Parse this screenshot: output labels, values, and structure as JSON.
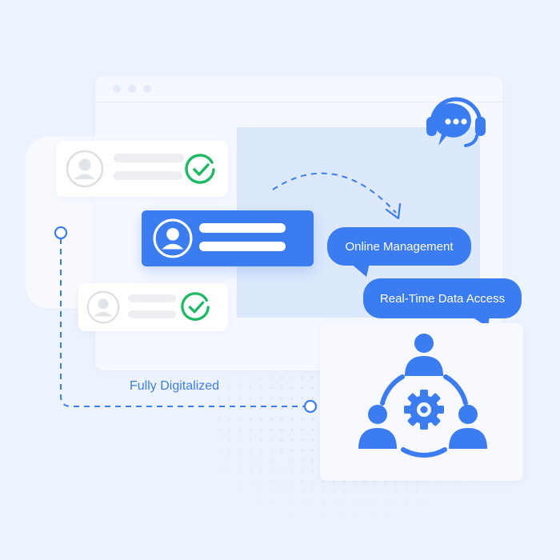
{
  "labels": {
    "online_management": "Online Management",
    "real_time_data_access": "Real-Time Data Access",
    "fully_digitalized": "Fully Digitalized"
  },
  "icons": {
    "support": "headset-chat-icon",
    "user": "user-avatar-icon",
    "check": "check-circle-icon",
    "team": "team-gear-icon"
  },
  "colors": {
    "background": "#edf3fd",
    "primary": "#3b7cf0",
    "success": "#1fb864",
    "placeholder": "#eceef2"
  }
}
